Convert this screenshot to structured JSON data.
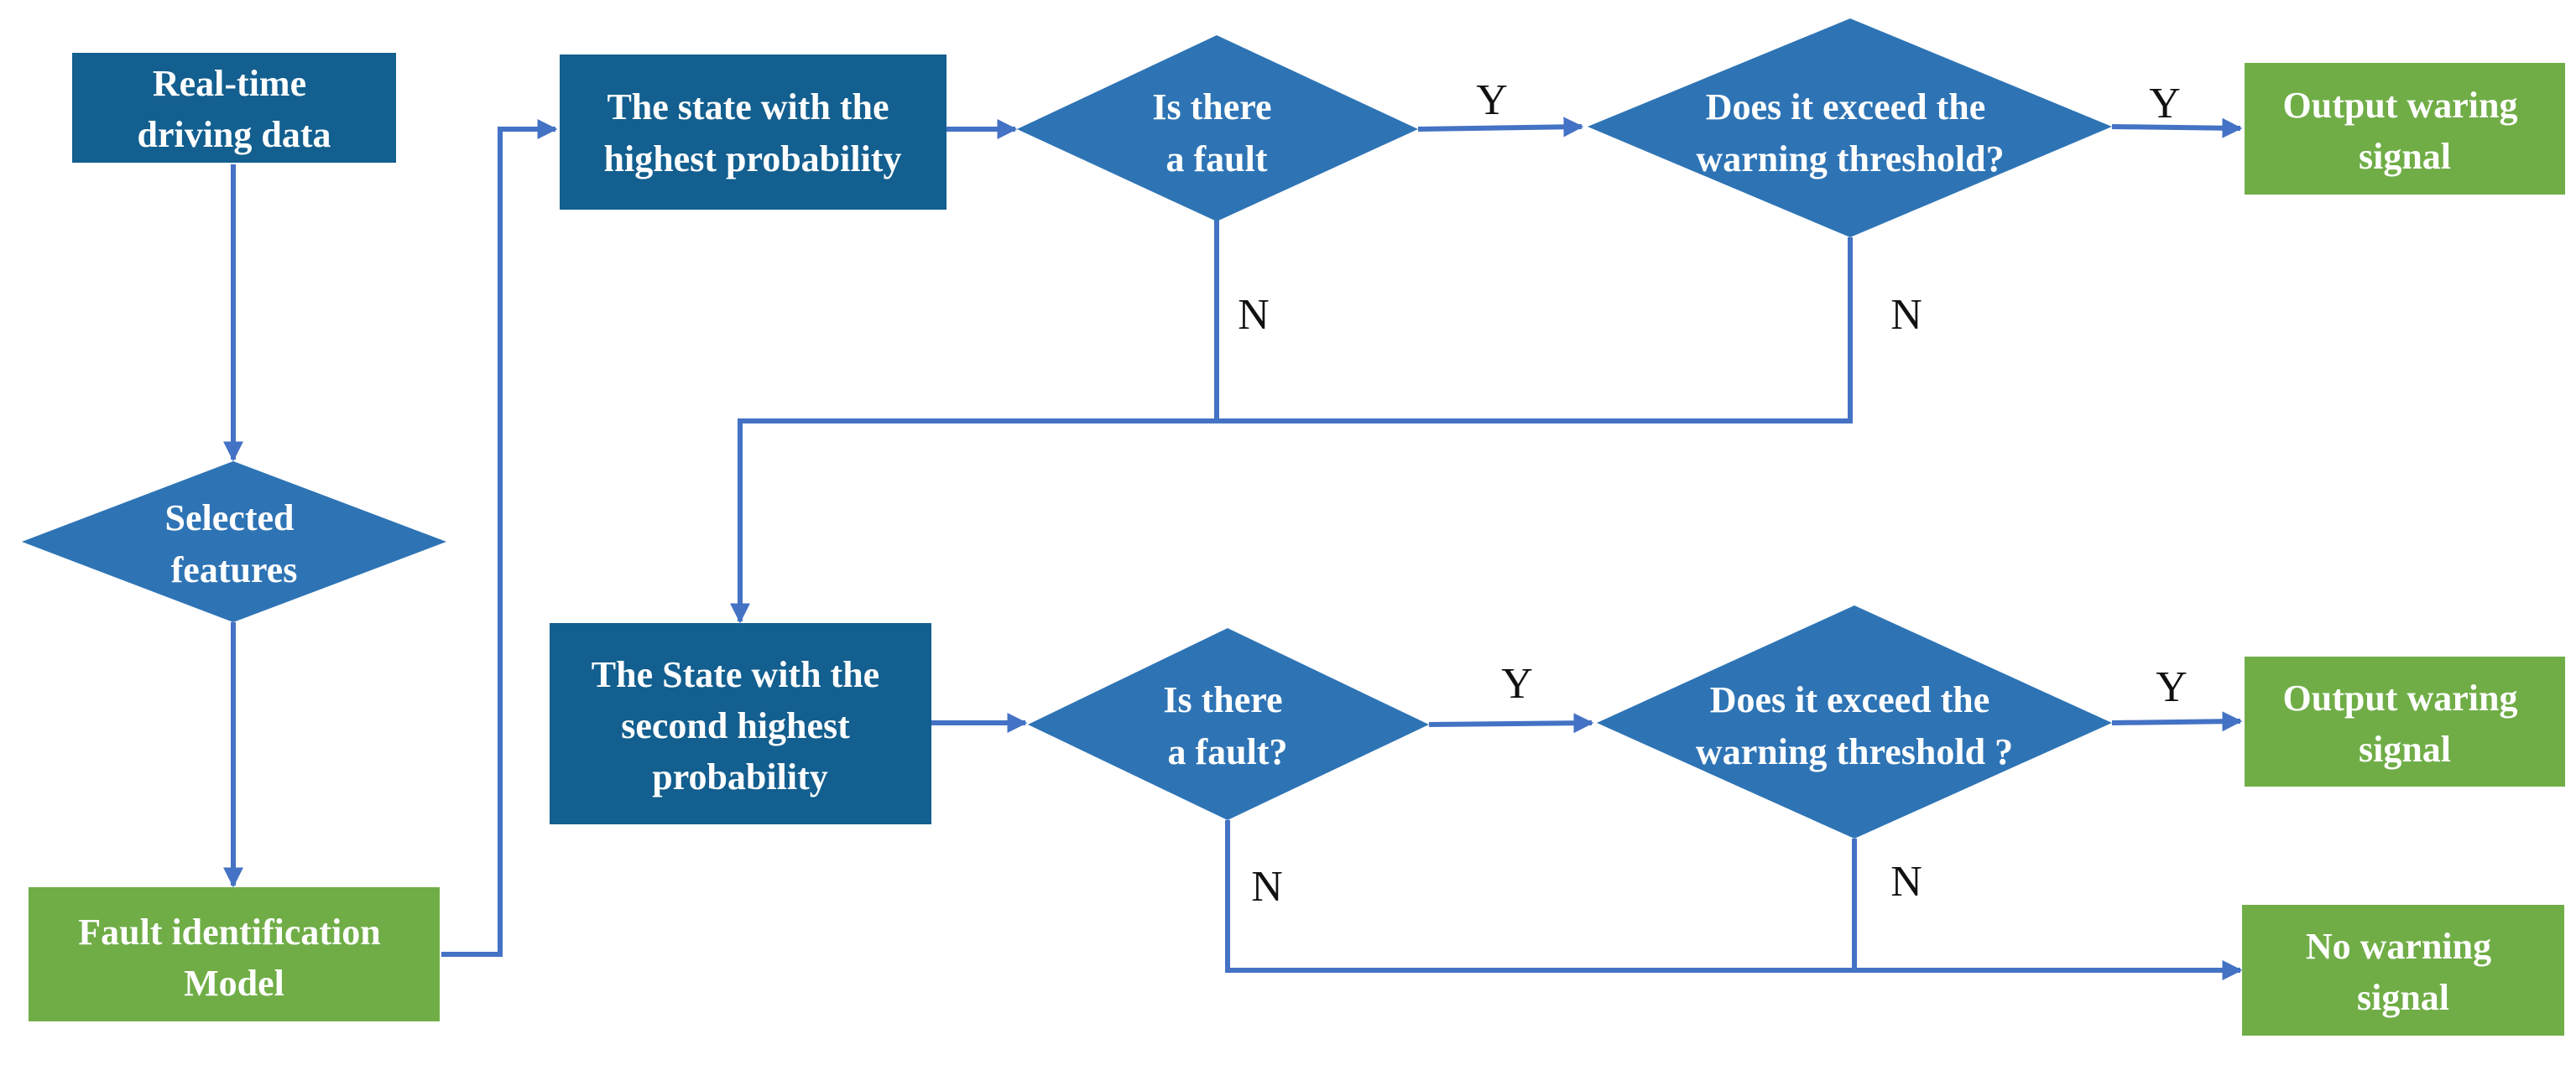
{
  "colors": {
    "process_box": "#135f8f",
    "decision": "#2e74b5",
    "output_box": "#70ad47",
    "connector": "#4472c4",
    "label": "#111111"
  },
  "nodes": {
    "realtime_data": [
      "Real-time",
      "driving  data"
    ],
    "selected_features": [
      "Selected",
      "features"
    ],
    "fault_model": [
      "Fault identification",
      "Model"
    ],
    "state_highest": [
      "The state with the",
      "highest probability"
    ],
    "state_second": [
      "The State with the",
      "second highest",
      "probability"
    ],
    "fault_q1": [
      "Is there",
      "a fault"
    ],
    "fault_q2": [
      "Is there",
      "a fault?"
    ],
    "threshold_q1": [
      "Does it exceed the",
      "warning threshold?"
    ],
    "threshold_q2": [
      "Does it exceed the",
      "warning threshold ?"
    ],
    "output_1": [
      "Output waring",
      "signal"
    ],
    "output_2": [
      "Output waring",
      "signal"
    ],
    "no_warning": [
      "No warning",
      "signal"
    ]
  },
  "labels": {
    "yes": "Y",
    "no": "N"
  }
}
